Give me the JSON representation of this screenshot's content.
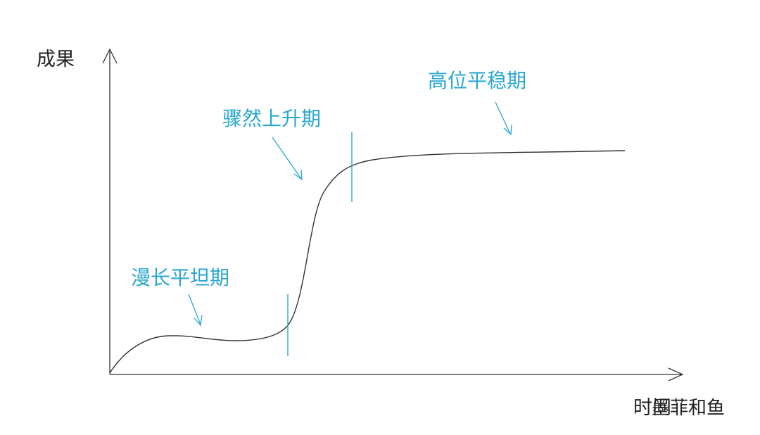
{
  "axes": {
    "y_label": "成果",
    "x_label": "时间"
  },
  "phases": [
    {
      "label": "漫长平坦期"
    },
    {
      "label": "骤然上升期"
    },
    {
      "label": "高位平稳期"
    }
  ],
  "watermark": "墨菲和鱼",
  "colors": {
    "accent": "#2aa7d0",
    "axis": "#333333",
    "curve": "#333333"
  }
}
